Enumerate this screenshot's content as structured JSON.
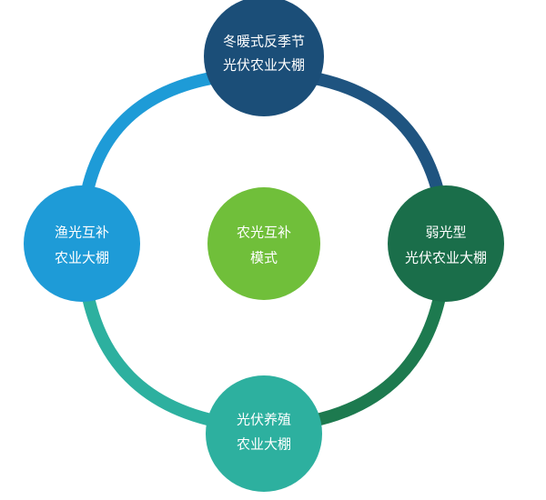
{
  "diagram": {
    "center": {
      "line1": "农光互补",
      "line2": "模式",
      "color": "#70BF3A"
    },
    "top": {
      "line1": "冬暖式反季节",
      "line2": "光伏农业大棚",
      "color": "#1B4E78"
    },
    "right": {
      "line1": "弱光型",
      "line2": "光伏农业大棚",
      "color": "#1A6E4A"
    },
    "bottom": {
      "line1": "光伏养殖",
      "line2": "农业大棚",
      "color": "#2DB09F"
    },
    "left": {
      "line1": "渔光互补",
      "line2": "农业大棚",
      "color": "#1E9BD7"
    },
    "ring_colors": {
      "top_right": "#1F5480",
      "right_bottom": "#1D7A4F",
      "bottom_left": "#2DB09F",
      "left_top": "#1E9BD7"
    }
  }
}
